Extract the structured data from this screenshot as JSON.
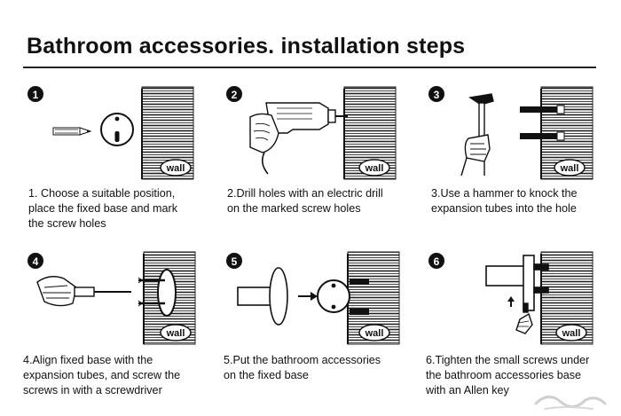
{
  "title": "Bathroom accessories. installation steps",
  "wall_label": "wall",
  "steps": [
    {
      "number": "1",
      "caption": "1. Choose a suitable position,\nplace the fixed base and mark\nthe screw holes"
    },
    {
      "number": "2",
      "caption": "2.Drill holes with an electric drill\non the marked screw holes"
    },
    {
      "number": "3",
      "caption": "3.Use a hammer to knock the\nexpansion tubes into the hole"
    },
    {
      "number": "4",
      "caption": "4.Align fixed base with the\nexpansion tubes, and screw the\nscrews in with a screwdriver"
    },
    {
      "number": "5",
      "caption": "5.Put the bathroom accessories\non the fixed base"
    },
    {
      "number": "6",
      "caption": "6.Tighten the small screws under\nthe bathroom accessories base\nwith an Allen key"
    }
  ]
}
